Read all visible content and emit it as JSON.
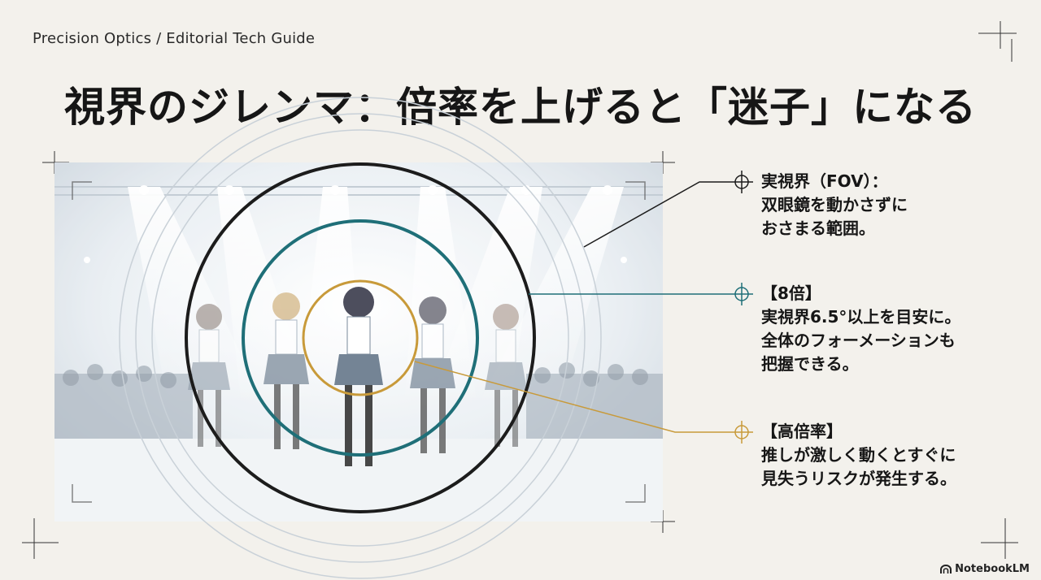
{
  "header": {
    "brand": "Precision Optics / Editorial Tech Guide",
    "title": "視界のジレンマ：倍率を上げると「迷子」になる"
  },
  "colors": {
    "background": "#f3f1ec",
    "fov_ring": "#1c1c1c",
    "teal_ring": "#1f6f78",
    "gold_ring": "#c89a3a"
  },
  "callouts": [
    {
      "heading": "実視界（FOV）：",
      "lines": [
        "双眼鏡を動かさずに",
        "おさまる範囲。"
      ],
      "icon": "crosshair-icon"
    },
    {
      "heading": "【8倍】",
      "lines": [
        "実視界6.5°以上を目安に。",
        "全体のフォーメーションも",
        "把握できる。"
      ],
      "icon": "crosshair-icon"
    },
    {
      "heading": "【高倍率】",
      "lines": [
        "推しが激しく動くとすぐに",
        "見失うリスクが発生する。"
      ],
      "icon": "crosshair-icon"
    }
  ],
  "footer": {
    "logo_label": "NotebookLM"
  }
}
